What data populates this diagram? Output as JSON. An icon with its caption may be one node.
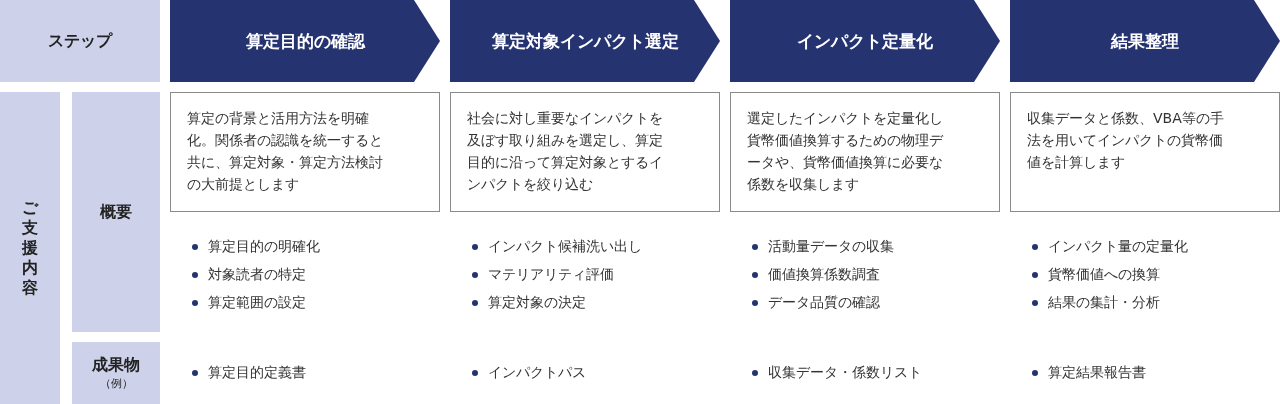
{
  "diagram": {
    "nodes": [
      {
        "text": [
          "ステップ"
        ]
      },
      {
        "text": [
          "算定目的の確認"
        ]
      },
      {
        "text": [
          "算定対象インパクト選定"
        ]
      },
      {
        "text": [
          "インパクト定量化"
        ]
      },
      {
        "text": [
          "結果整理"
        ]
      },
      {
        "text": [
          "ご支援内容"
        ]
      },
      {
        "text": [
          "概要"
        ]
      },
      {
        "text": [
          "算定の背景と活用方法を明確化。関係者の認識を統一すると共に、算定対象・算定方法検討の大前提とします"
        ]
      },
      {
        "text": [
          "社会に対し重要なインパクトを及ぼす取り組みを選定し、算定目的に沿って算定対象とするインパクトを絞り込む"
        ]
      },
      {
        "text": [
          "選定したインパクトを定量化し貨幣価値換算するための物理データや、貨幣価値換算に必要な係数を収集します"
        ]
      },
      {
        "text": [
          "収集データと係数、VBA等の手法を用いてインパクトの貨幣価値を計算します"
        ]
      },
      {
        "text": [
          "成果物",
          "（例）"
        ]
      }
    ],
    "labels": [
      "算定目的の明確化",
      "対象読者の特定",
      "算定範囲の設定",
      "インパクト候補洗い出し",
      "マテリアリティ評価",
      "算定対象の決定",
      "活動量データの収集",
      "価値換算係数調査",
      "データ品質の確認",
      "インパクト量の定量化",
      "貨幣価値への換算",
      "結果の集計・分析",
      "算定目的定義書",
      "インパクトパス",
      "収集データ・係数リスト",
      "算定結果報告書"
    ]
  }
}
